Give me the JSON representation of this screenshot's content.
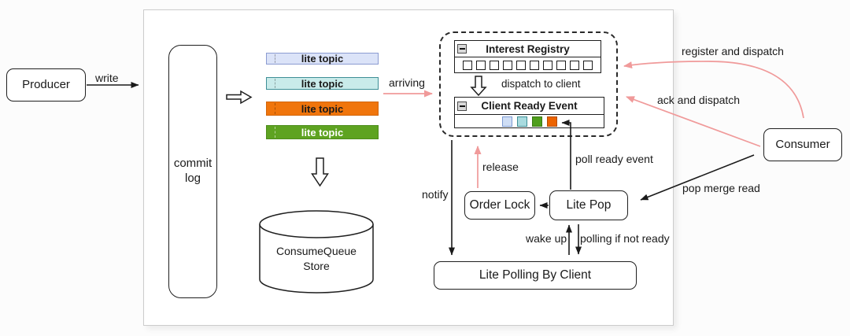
{
  "diagram": {
    "producer": {
      "label": "Producer"
    },
    "commit_log": {
      "label": "commit log"
    },
    "consume_queue_store": {
      "label": "ConsumeQueue\nStore"
    },
    "lite_topics": [
      {
        "label": "lite topic",
        "fill": "#dbe3f8",
        "border": "#8b9bd1",
        "text_color": "#1a1a1a"
      },
      {
        "label": "lite topic",
        "fill": "#c9ebea",
        "border": "#3e8f96",
        "text_color": "#1a1a1a"
      },
      {
        "label": "lite topic",
        "fill": "#f0750c",
        "border": "#d1650a",
        "text_color": "#1a1a1a"
      },
      {
        "label": "lite topic",
        "fill": "#5ea321",
        "border": "#4c8c1a",
        "text_color": "#ffffff"
      }
    ],
    "registry_panel": {
      "interest_registry": {
        "title": "Interest Registry",
        "slot_count": 10
      },
      "client_ready_event": {
        "title": "Client Ready Event",
        "events": [
          {
            "name": "ready-event-lavender",
            "fill": "#cfdef5",
            "border": "#7d9bd2"
          },
          {
            "name": "ready-event-cyan",
            "fill": "#a9dbdf",
            "border": "#3e8f96"
          },
          {
            "name": "ready-event-green",
            "fill": "#4f9e1d",
            "border": "#3a7a12"
          },
          {
            "name": "ready-event-orange",
            "fill": "#ec6300",
            "border": "#b54c00"
          }
        ]
      }
    },
    "order_lock": {
      "label": "Order Lock"
    },
    "lite_pop": {
      "label": "Lite Pop"
    },
    "lite_polling": {
      "label": "Lite Polling By Client"
    },
    "consumer": {
      "label": "Consumer"
    },
    "edge_labels": {
      "write": "write",
      "arriving": "arriving",
      "dispatch_to_client": "dispatch to client",
      "notify": "notify",
      "release": "release",
      "poll_ready_event": "poll ready event",
      "wake_up": "wake up",
      "polling_if_not_ready": "polling if not ready",
      "pop_merge_read": "pop merge read",
      "register_and_dispatch": "register and dispatch",
      "ack_and_dispatch": "ack and dispatch"
    },
    "colors": {
      "arrow_pink": "#f09a9a",
      "ink": "#1a1a1a"
    }
  }
}
